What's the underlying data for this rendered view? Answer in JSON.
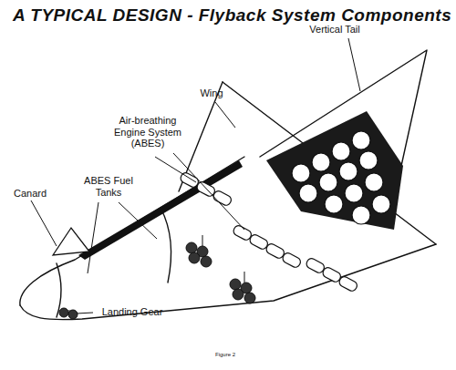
{
  "diagram": {
    "title": "A TYPICAL DESIGN - Flyback System Components",
    "caption": "Figure 2",
    "labels": [
      "Vertical Tail",
      "Wing",
      "Air-breathing Engine System (ABES)",
      "ABES Fuel Tanks",
      "Canard",
      "Landing Gear"
    ]
  }
}
